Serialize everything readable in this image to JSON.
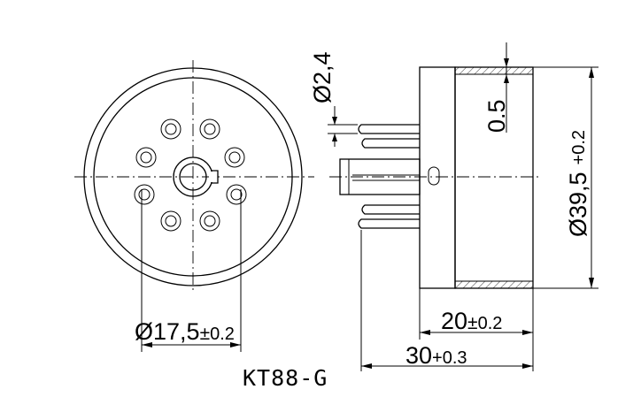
{
  "drawing": {
    "model": "KT88-G",
    "dim_pin_diameter": {
      "main": "Ø2,4"
    },
    "dim_wall": {
      "main": "0.5"
    },
    "dim_outer": {
      "main": "Ø39,5",
      "tol": "+0.2"
    },
    "dim_pin_circle": {
      "main": "Ø17,5",
      "pm": "±",
      "tol": "0.2"
    },
    "dim_body_len": {
      "main": "20",
      "pm": "±",
      "tol": "0.2"
    },
    "dim_total_len": {
      "main": "30",
      "tol": "+0.3"
    }
  }
}
